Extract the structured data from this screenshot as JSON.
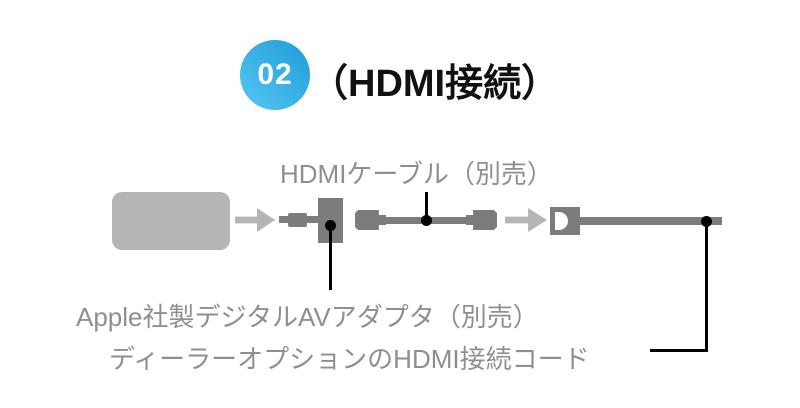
{
  "badge": {
    "number": "02"
  },
  "title": "（HDMI接続）",
  "labels": {
    "hdmi_cable": "HDMIケーブル（別売）",
    "av_adapter": "Apple社製デジタルAVアダプタ（別売）",
    "dealer_cord": "ディーラーオプションのHDMI接続コード"
  },
  "diagram": {
    "parts": [
      "source-device",
      "right-arrow",
      "lightning-plug",
      "apple-digital-av-adapter",
      "hdmi-cable-with-plugs",
      "right-arrow",
      "hdmi-port",
      "dealer-option-hdmi-cord"
    ]
  },
  "colors": {
    "background": "#ffffff",
    "badge_gradient_start": "#56c7f3",
    "badge_gradient_end": "#1e9cd7",
    "title_text": "#111111",
    "label_text": "#8f8f8f",
    "device_light_gray": "#b5b5b5",
    "connector_dark_gray": "#7c7c7c",
    "arrow_gray": "#b5b5b5",
    "leader_line": "#000000"
  }
}
